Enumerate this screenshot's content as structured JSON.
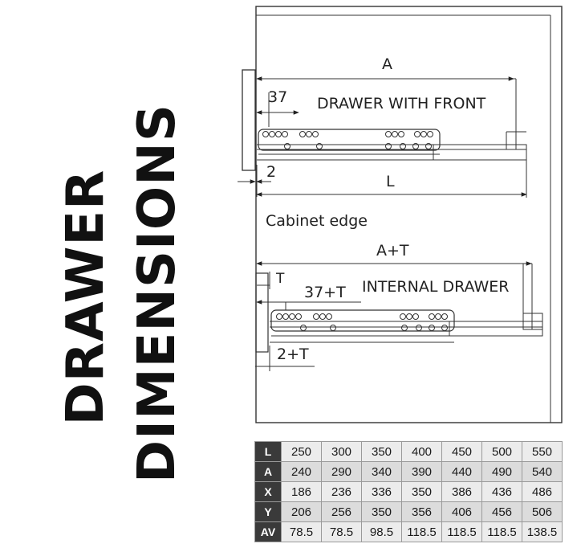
{
  "title": {
    "line1": "DRAWER",
    "line2": "DIMENSIONS"
  },
  "diagram": {
    "top": {
      "dim_A": "A",
      "dim_37": "37",
      "label": "DRAWER WITH FRONT",
      "dim_2": "2",
      "dim_L": "L"
    },
    "cabinet_edge": "Cabinet edge",
    "bottom": {
      "dim_AT": "A+T",
      "dim_T": "T",
      "dim_37T": "37+T",
      "label": "INTERNAL DRAWER",
      "dim_2T": "2+T"
    }
  },
  "table": {
    "rows": [
      {
        "key": "L",
        "values": [
          "250",
          "300",
          "350",
          "400",
          "450",
          "500",
          "550"
        ]
      },
      {
        "key": "A",
        "values": [
          "240",
          "290",
          "340",
          "390",
          "440",
          "490",
          "540"
        ]
      },
      {
        "key": "X",
        "values": [
          "186",
          "236",
          "336",
          "350",
          "386",
          "436",
          "486"
        ]
      },
      {
        "key": "Y",
        "values": [
          "206",
          "256",
          "350",
          "356",
          "406",
          "456",
          "506"
        ]
      },
      {
        "key": "AV",
        "values": [
          "78.5",
          "78.5",
          "98.5",
          "118.5",
          "118.5",
          "118.5",
          "138.5"
        ]
      }
    ]
  }
}
